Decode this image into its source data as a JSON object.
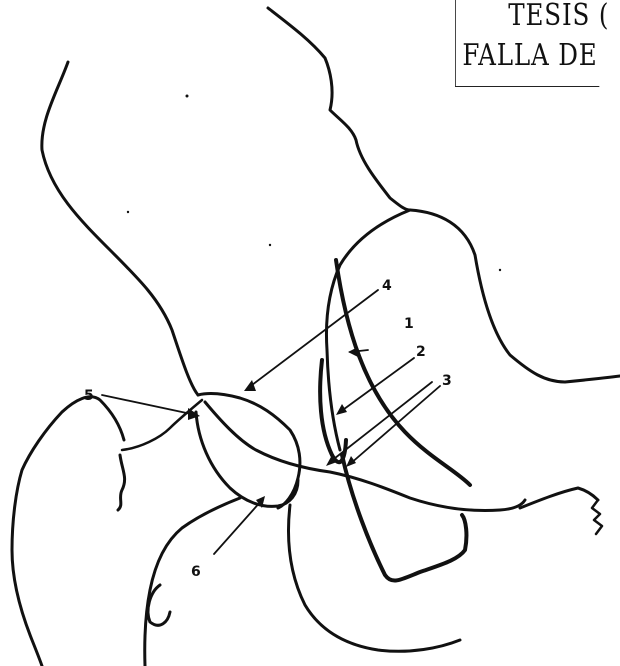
{
  "stamp": {
    "line1": "TESIS (",
    "line2": "FALLA DE"
  },
  "callouts": [
    {
      "id": "1",
      "text": "1"
    },
    {
      "id": "2",
      "text": "2"
    },
    {
      "id": "3",
      "text": "3"
    },
    {
      "id": "4",
      "text": "4"
    },
    {
      "id": "5",
      "text": "5"
    },
    {
      "id": "6",
      "text": "6"
    }
  ],
  "colors": {
    "ink": "#111111",
    "paper": "#ffffff"
  }
}
